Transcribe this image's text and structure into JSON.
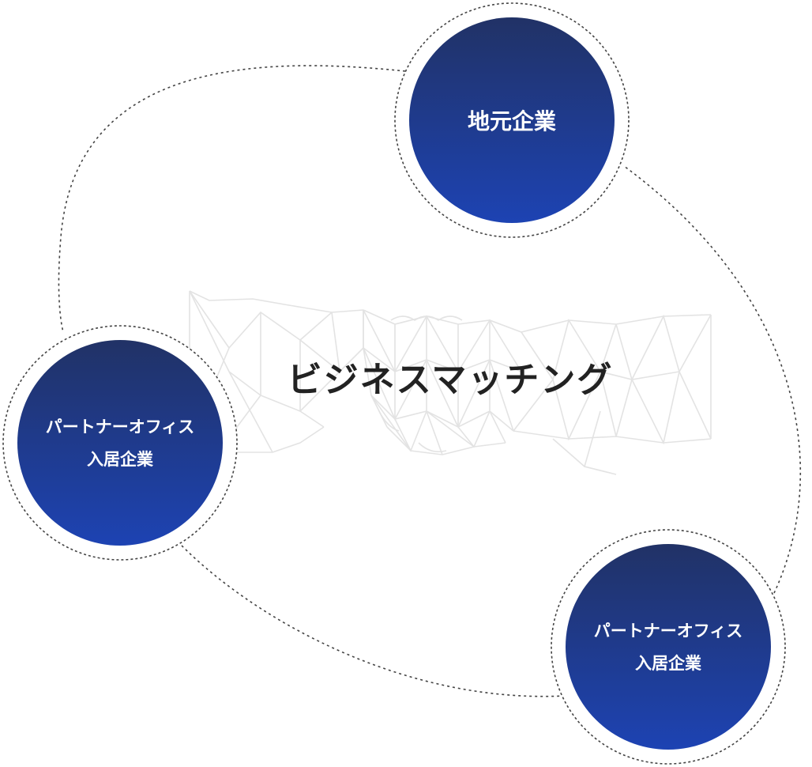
{
  "center": {
    "title": "ビジネスマッチング",
    "background_icon": "handshake-mesh-icon"
  },
  "nodes": [
    {
      "id": "local",
      "line1": "地元企業",
      "line2": ""
    },
    {
      "id": "partner-left",
      "line1": "パートナーオフィス",
      "line2": "入居企業"
    },
    {
      "id": "partner-right",
      "line1": "パートナーオフィス",
      "line2": "入居企業"
    }
  ],
  "colors": {
    "node_gradient_top": "#213266",
    "node_gradient_bottom": "#1d43b3",
    "dotted_line": "#444444",
    "mesh": "#e3e3e3",
    "title": "#222222"
  }
}
